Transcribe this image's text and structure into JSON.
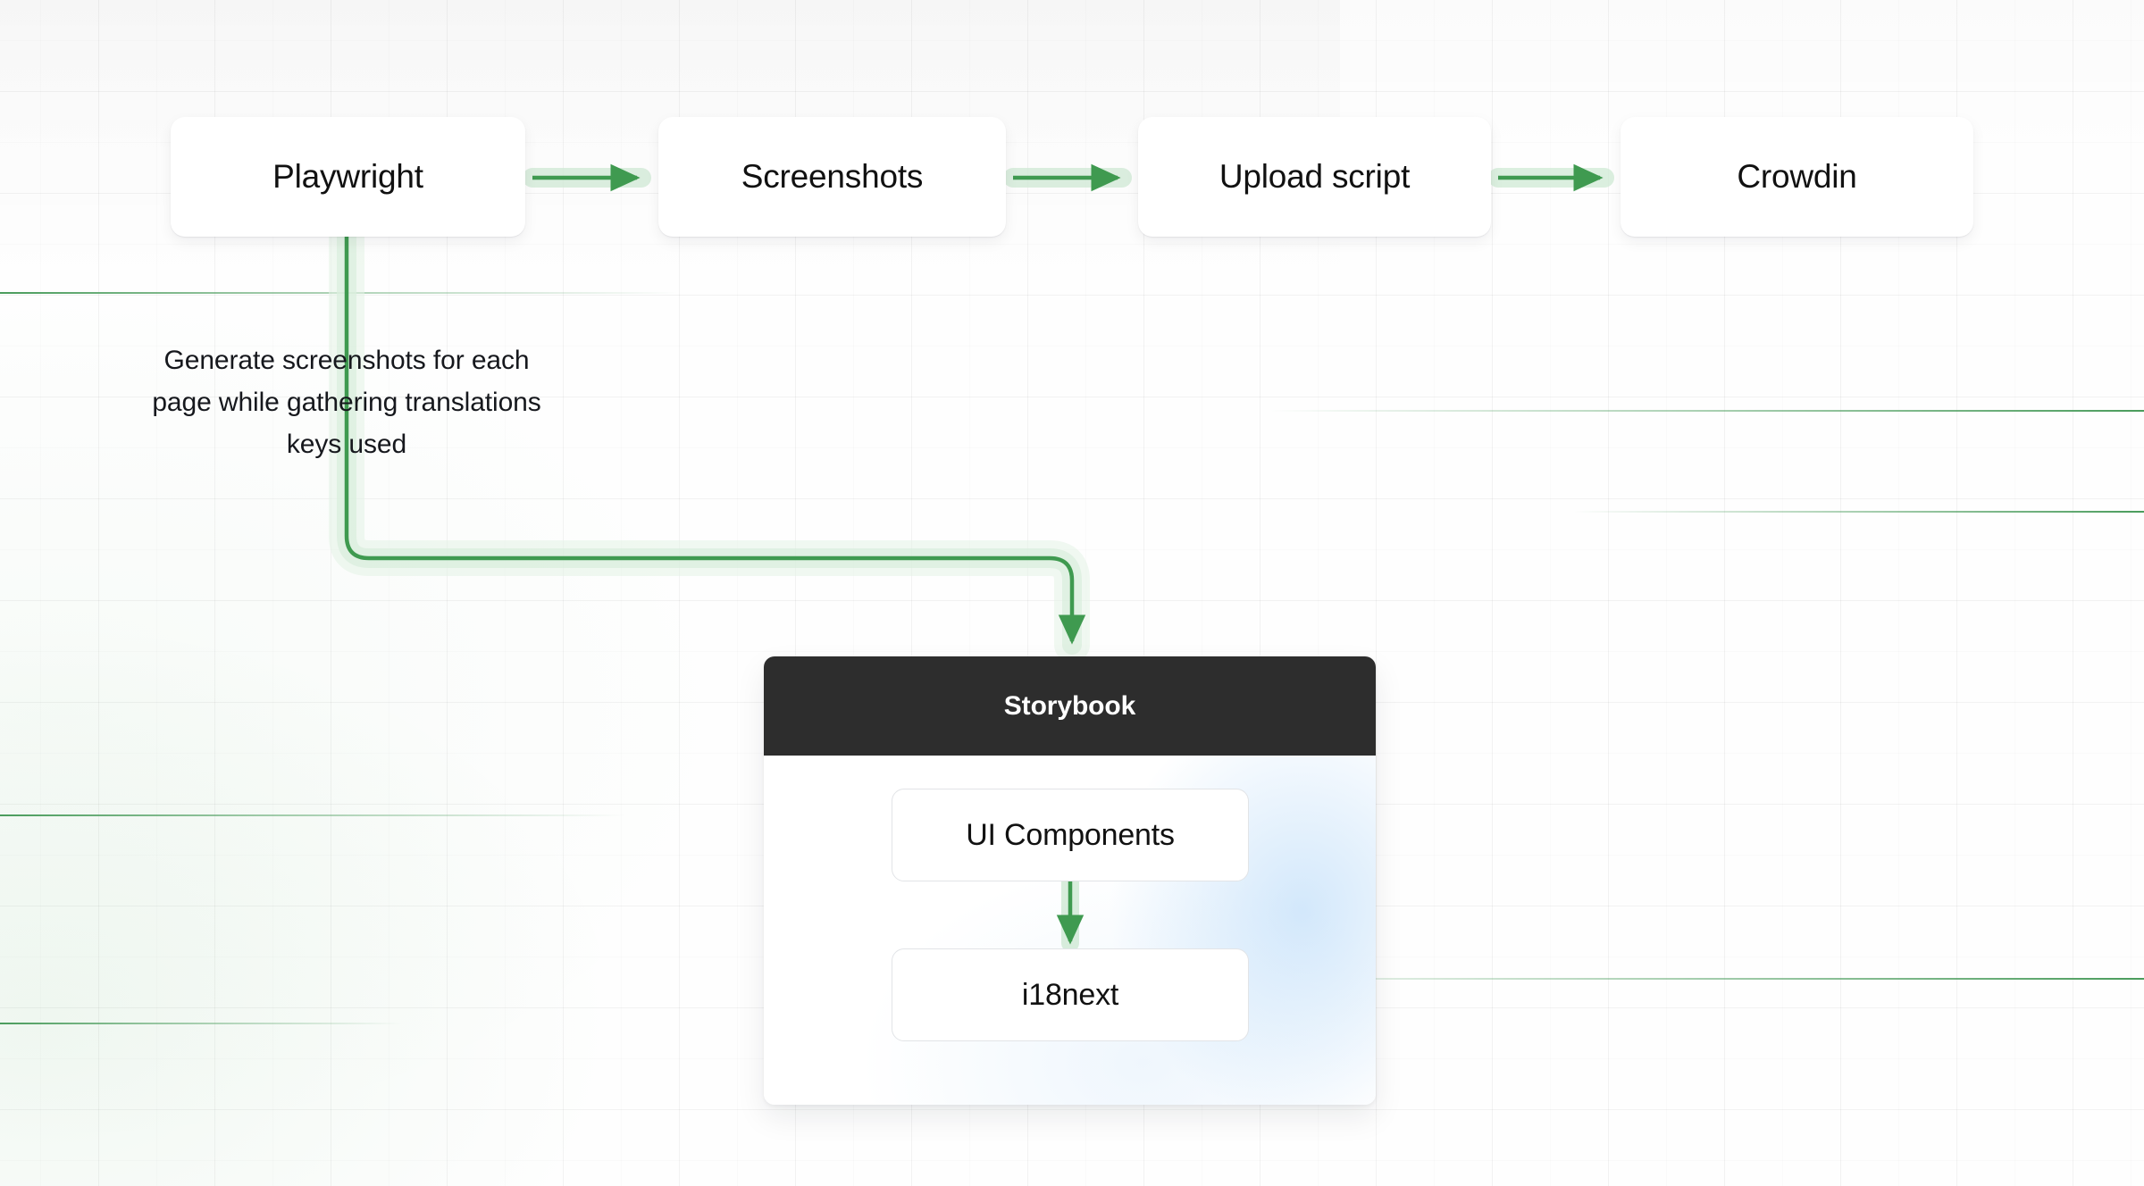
{
  "diagram": {
    "title": "Screenshot localization pipeline",
    "accent_color": "#3f9a50",
    "glow_color": "#c9e7cf",
    "header_color": "#2d2d2d",
    "pipeline": [
      {
        "id": "playwright",
        "label": "Playwright"
      },
      {
        "id": "screenshots",
        "label": "Screenshots"
      },
      {
        "id": "upload",
        "label": "Upload script"
      },
      {
        "id": "crowdin",
        "label": "Crowdin"
      }
    ],
    "edge_caption": "Generate screenshots for each page while gathering translations keys used",
    "storybook": {
      "header_label": "Storybook",
      "nodes": [
        {
          "id": "ui-components",
          "label": "UI Components"
        },
        {
          "id": "i18next",
          "label": "i18next"
        }
      ]
    }
  }
}
